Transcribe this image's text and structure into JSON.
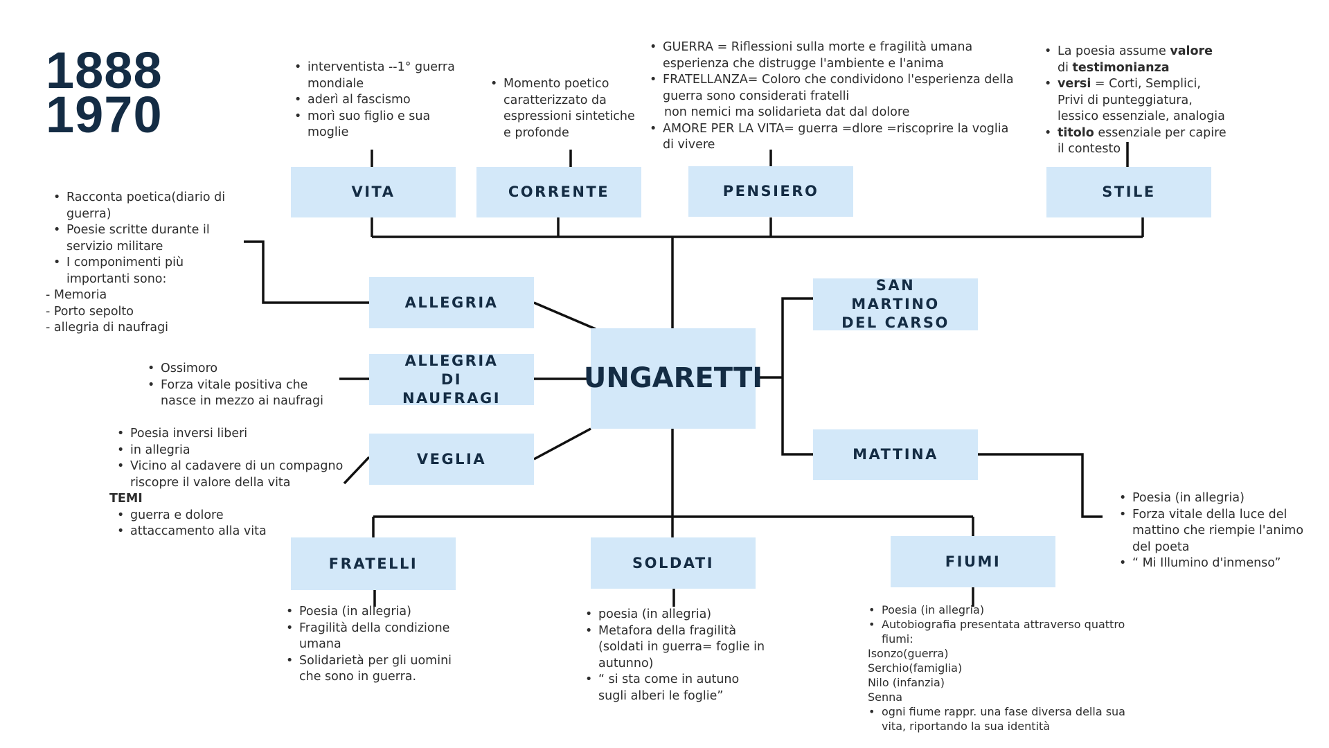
{
  "years": [
    "1888",
    "1970"
  ],
  "center": "UNGARETTI",
  "nodes": {
    "vita": "VITA",
    "corrente": "CORRENTE",
    "pensiero": "PENSIERO",
    "stile": "STILE",
    "allegria": "ALLEGRIA",
    "allegria_naufragi": "ALLEGRIA DI NAUFRAGI",
    "veglia": "VEGLIA",
    "san_martino": "SAN MARTINO DEL CARSO",
    "mattina": "MATTINA",
    "fratelli": "FRATELLI",
    "soldati": "SOLDATI",
    "fiumi": "FIUMI"
  },
  "notes": {
    "vita": [
      "interventista --1° guerra mondiale",
      "aderì al fascismo",
      "morì suo figlio e sua moglie"
    ],
    "corrente": [
      "Momento poetico caratterizzato da espressioni sintetiche e profonde"
    ],
    "pensiero": [
      "GUERRA = Riflessioni sulla morte e fragilità umana esperienza che distrugge l'ambiente e l'anima",
      "FRATELLANZA= Coloro che condividono l'esperienza della guerra sono considerati fratelli",
      "non nemici ma solidarieta dat dal dolore",
      "AMORE PER LA VITA= guerra =dlore =riscoprire la voglia di vivere"
    ],
    "stile": {
      "s1_pre": "La poesia assume ",
      "s1_bold": "valore",
      "s1_mid": " di ",
      "s1_bold2": "testimonianza",
      "s2_bold": "versi",
      "s2_rest": " = Corti, Semplici, Privi di punteggiatura, lessico essenziale, analogia",
      "s3_bold": "titolo",
      "s3_rest": " essenziale per capire il contesto"
    },
    "allegria": {
      "bullets": [
        "Racconta poetica(diario di guerra)",
        "Poesie scritte durante il servizio militare",
        "I componimenti più importanti sono:"
      ],
      "dashes": [
        "- Memoria",
        "- Porto sepolto",
        "- allegria di naufragi"
      ]
    },
    "allegria_naufragi": [
      "Ossimoro",
      " Forza vitale positiva che nasce in mezzo ai naufragi"
    ],
    "veglia": {
      "bullets": [
        "Poesia inversi liberi",
        " in allegria",
        "Vicino al cadavere di un compagno riscopre il valore della vita"
      ],
      "temi_label": "TEMI",
      "temi": [
        "guerra e dolore",
        "attaccamento alla vita"
      ]
    },
    "mattina": [
      "Poesia (in allegria)",
      "Forza vitale della luce del mattino che riempie l'animo del poeta",
      "“ Mi Illumino d'inmenso”"
    ],
    "fratelli": [
      "Poesia (in allegria)",
      "Fragilità della condizione umana",
      "Solidarietà per gli uomini che sono in guerra."
    ],
    "soldati": [
      "poesia (in allegria)",
      "Metafora della fragilità (soldati in guerra= foglie in autunno)",
      "“ si sta come in autuno sugli alberi le foglie”"
    ],
    "fiumi": {
      "bullets": [
        "Poesia (in allegria)",
        "Autobiografia presentata attraverso quattro fiumi:"
      ],
      "rivers": [
        "Isonzo(guerra)",
        "Serchio(famiglia)",
        "Nilo (infanzia)",
        "Senna"
      ],
      "last": [
        "ogni fiume rappr. una fase diversa della sua vita, riportando la sua identità"
      ]
    }
  }
}
